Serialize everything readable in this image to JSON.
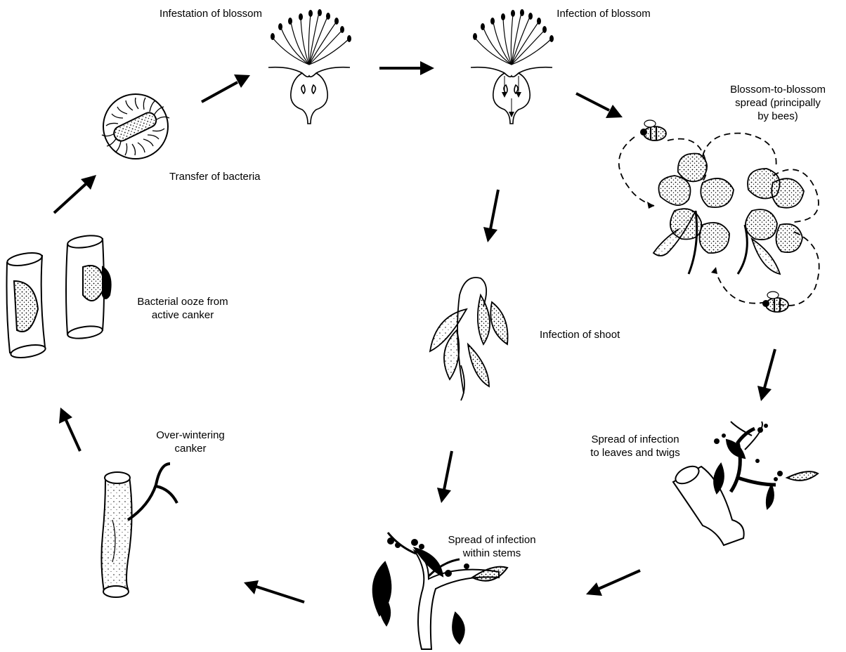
{
  "title": "",
  "labels": {
    "infestation_of_blossom": "Infestation of blossom",
    "infection_of_blossom": "Infection of blossom",
    "blossom_to_blossom_spread": "Blossom-to-blossom\nspread (principally\nby bees)",
    "transfer_of_bacteria": "Transfer of bacteria",
    "bacterial_ooze": "Bacterial ooze from\nactive canker",
    "infection_of_shoot": "Infection of shoot",
    "over_wintering_canker": "Over-wintering\ncanker",
    "spread_to_leaves_and_twigs": "Spread of infection\nto leaves and twigs",
    "spread_within_stems": "Spread of infection\nwithin stems"
  },
  "colors": {
    "ink": "#000000",
    "paper": "#ffffff"
  }
}
